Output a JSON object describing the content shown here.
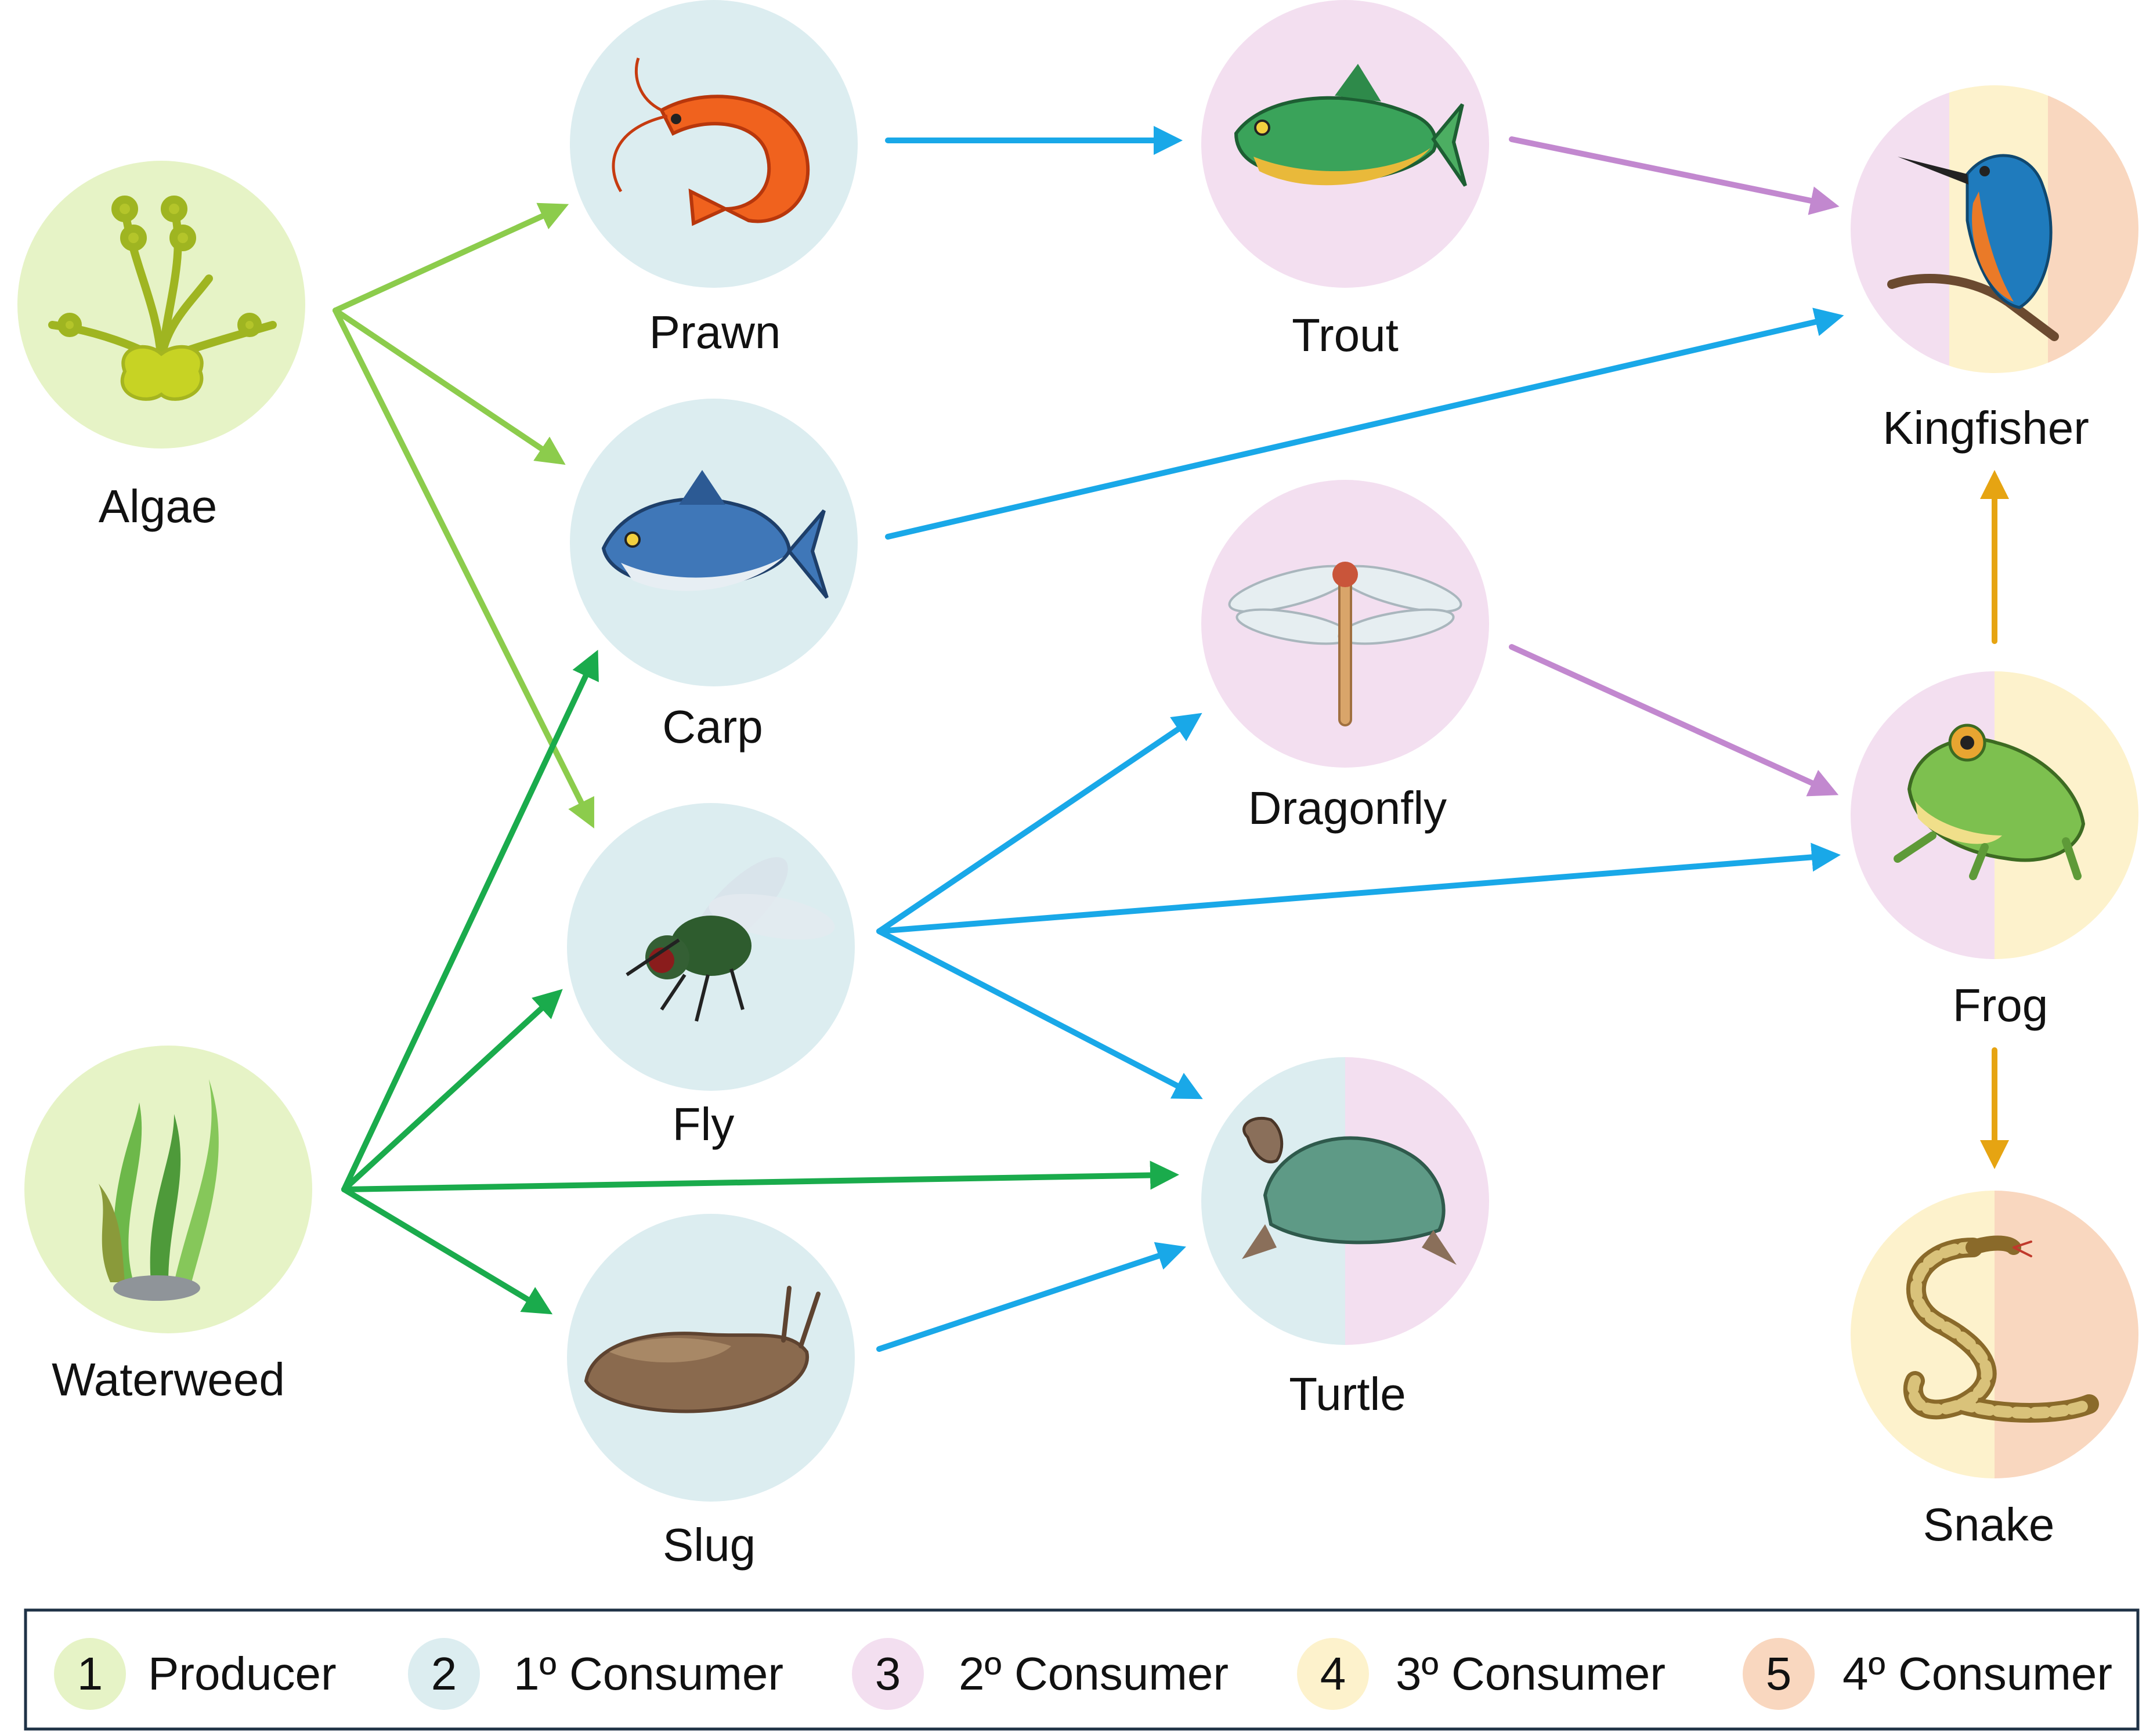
{
  "colors": {
    "producer": "#e6f3c6",
    "consumer1": "#dcedf0",
    "consumer2": "#f3dff0",
    "consumer3": "#fdf2cc",
    "consumer4": "#f9d7bf",
    "arrow_algae": "#8ccc4c",
    "arrow_waterweed": "#1aab4c",
    "arrow_blue": "#19a8e8",
    "arrow_purple": "#c288cf",
    "arrow_orange": "#e6a412",
    "legend_border": "#1f3246"
  },
  "nodes": {
    "algae": {
      "label": "Algae",
      "icon": "algae-icon",
      "levels": [
        "producer"
      ]
    },
    "waterweed": {
      "label": "Waterweed",
      "icon": "waterweed-icon",
      "levels": [
        "producer"
      ]
    },
    "prawn": {
      "label": "Prawn",
      "icon": "prawn-icon",
      "levels": [
        "consumer1"
      ]
    },
    "carp": {
      "label": "Carp",
      "icon": "carp-fish-icon",
      "levels": [
        "consumer1"
      ]
    },
    "fly": {
      "label": "Fly",
      "icon": "fly-icon",
      "levels": [
        "consumer1"
      ]
    },
    "slug": {
      "label": "Slug",
      "icon": "slug-icon",
      "levels": [
        "consumer1"
      ]
    },
    "trout": {
      "label": "Trout",
      "icon": "trout-fish-icon",
      "levels": [
        "consumer2"
      ]
    },
    "dragonfly": {
      "label": "Dragonfly",
      "icon": "dragonfly-icon",
      "levels": [
        "consumer2"
      ]
    },
    "turtle": {
      "label": "Turtle",
      "icon": "turtle-icon",
      "levels": [
        "consumer1",
        "consumer2"
      ]
    },
    "kingfisher": {
      "label": "Kingfisher",
      "icon": "kingfisher-icon",
      "levels": [
        "consumer2",
        "consumer3",
        "consumer4"
      ]
    },
    "frog": {
      "label": "Frog",
      "icon": "frog-icon",
      "levels": [
        "consumer2",
        "consumer3"
      ]
    },
    "snake": {
      "label": "Snake",
      "icon": "snake-icon",
      "levels": [
        "consumer3",
        "consumer4"
      ]
    }
  },
  "edges": [
    {
      "from": "algae",
      "to": "prawn",
      "color": "arrow_algae"
    },
    {
      "from": "algae",
      "to": "carp",
      "color": "arrow_algae"
    },
    {
      "from": "algae",
      "to": "fly",
      "color": "arrow_algae"
    },
    {
      "from": "waterweed",
      "to": "carp",
      "color": "arrow_waterweed"
    },
    {
      "from": "waterweed",
      "to": "fly",
      "color": "arrow_waterweed"
    },
    {
      "from": "waterweed",
      "to": "turtle",
      "color": "arrow_waterweed"
    },
    {
      "from": "waterweed",
      "to": "slug",
      "color": "arrow_waterweed"
    },
    {
      "from": "prawn",
      "to": "trout",
      "color": "arrow_blue"
    },
    {
      "from": "carp",
      "to": "kingfisher",
      "color": "arrow_blue"
    },
    {
      "from": "fly",
      "to": "dragonfly",
      "color": "arrow_blue"
    },
    {
      "from": "fly",
      "to": "frog",
      "color": "arrow_blue"
    },
    {
      "from": "fly",
      "to": "turtle",
      "color": "arrow_blue"
    },
    {
      "from": "slug",
      "to": "turtle",
      "color": "arrow_blue"
    },
    {
      "from": "trout",
      "to": "kingfisher",
      "color": "arrow_purple"
    },
    {
      "from": "dragonfly",
      "to": "frog",
      "color": "arrow_purple"
    },
    {
      "from": "frog",
      "to": "kingfisher",
      "color": "arrow_orange"
    },
    {
      "from": "frog",
      "to": "snake",
      "color": "arrow_orange"
    }
  ],
  "legend": [
    {
      "number": "1",
      "label": "Producer",
      "color": "producer"
    },
    {
      "number": "2",
      "label": "1º Consumer",
      "color": "consumer1"
    },
    {
      "number": "3",
      "label": "2º Consumer",
      "color": "consumer2"
    },
    {
      "number": "4",
      "label": "3º Consumer",
      "color": "consumer3"
    },
    {
      "number": "5",
      "label": "4º Consumer",
      "color": "consumer4"
    }
  ]
}
